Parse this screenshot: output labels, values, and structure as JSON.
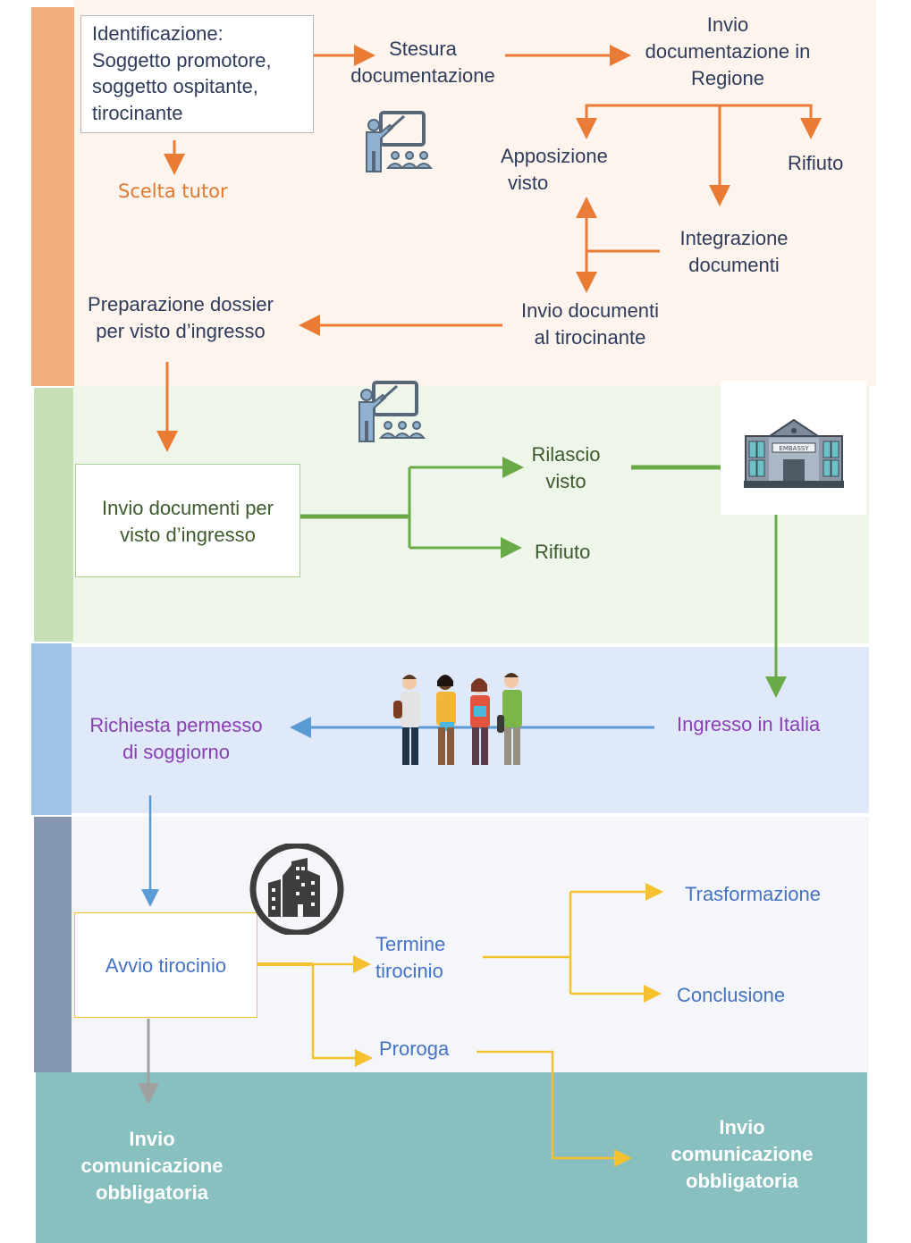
{
  "phases": {
    "phase1": {
      "identificazione_box": [
        "Identificazione:",
        "Soggetto promotore,",
        "soggetto ospitante,",
        "tirocinante"
      ],
      "scelta_tutor": "Scelta tutor",
      "stesura": [
        "Stesura",
        "documentazione"
      ],
      "invio_regione": [
        "Invio",
        "documentazione in",
        "Regione"
      ],
      "apposizione_visto": [
        "Apposizione",
        "visto"
      ],
      "rifiuto": "Rifiuto",
      "integrazione": [
        "Integrazione",
        "documenti"
      ],
      "invio_tirocinante": [
        "Invio documenti",
        "al tirocinante"
      ],
      "preparazione_dossier": [
        "Preparazione dossier",
        "per visto d’ingresso"
      ],
      "icon": "teacher-presentation-icon"
    },
    "phase2": {
      "invio_box": [
        "Invio documenti per",
        "visto d’ingresso"
      ],
      "rilascio_visto": [
        "Rilascio",
        "visto"
      ],
      "rifiuto": "Rifiuto",
      "icons": [
        "teacher-presentation-icon",
        "embassy-building-icon"
      ],
      "embassy_sign": "EMBASSY"
    },
    "phase3": {
      "ingresso": "Ingresso in Italia",
      "richiesta_permesso": [
        "Richiesta permesso",
        "di soggiorno"
      ],
      "icon": "students-group-icon"
    },
    "phase4": {
      "avvio_box": "Avvio tirocinio",
      "termine": [
        "Termine",
        "tirocinio"
      ],
      "proroga": "Proroga",
      "trasformazione": "Trasformazione",
      "conclusione": "Conclusione",
      "icon": "city-buildings-icon"
    },
    "phase5": {
      "invio_com_left": [
        "Invio",
        "comunicazione",
        "obbligatoria"
      ],
      "invio_com_right": [
        "Invio",
        "comunicazione",
        "obbligatoria"
      ]
    }
  },
  "colors": {
    "phase1_bar": "#f2ad7f",
    "phase1_bg": "#fdf4ee",
    "phase1_line": "#e97b34",
    "phase2_bar": "#c5e0b4",
    "phase2_bg": "#eef5e9",
    "phase2_line": "#6aaa46",
    "phase3_bar": "#9dc3e6",
    "phase3_bg": "#dfe9fa",
    "phase3_line": "#5b9bd5",
    "phase3_text": "#8a3fb5",
    "phase4_bar": "#8496b0",
    "phase4_bg": "#f4f6fa",
    "phase4_line": "#f5c12f",
    "phase4_text": "#4472c4",
    "phase5_bg": "#88c0c0"
  }
}
